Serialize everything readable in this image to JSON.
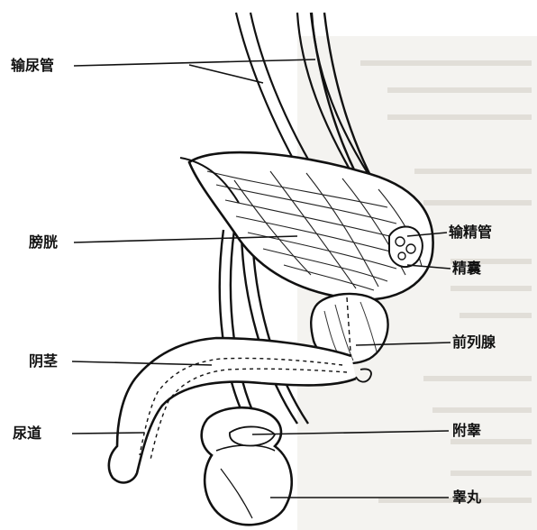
{
  "diagram": {
    "labels": {
      "ureter": "输尿管",
      "bladder": "膀胱",
      "penis": "阴茎",
      "urethra": "尿道",
      "vas_deferens": "输精管",
      "seminal_vesicle": "精囊",
      "prostate": "前列腺",
      "epididymis": "附睾",
      "testis": "睾丸"
    },
    "colors": {
      "ink": "#111111",
      "paper": "#ffffff",
      "page_bg": "#f4f3f0"
    }
  }
}
